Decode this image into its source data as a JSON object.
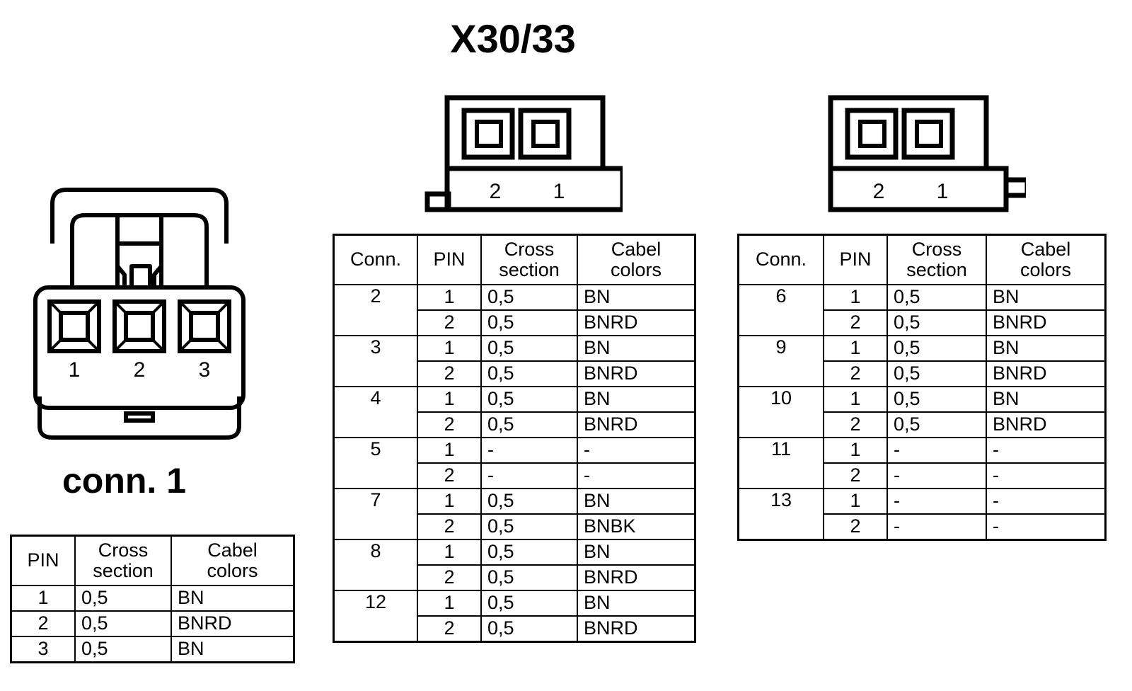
{
  "title": "X30/33",
  "left_connector": {
    "caption": "conn. 1",
    "pin_labels": [
      "1",
      "2",
      "3"
    ],
    "table": {
      "headers": [
        "PIN",
        "Cross section",
        "Cabel colors"
      ],
      "header_lines": [
        [
          "PIN",
          ""
        ],
        [
          "Cross",
          "section"
        ],
        [
          "Cabel",
          "colors"
        ]
      ],
      "rows": [
        {
          "pin": "1",
          "cross_section": "0,5",
          "cabel_colors": "BN"
        },
        {
          "pin": "2",
          "cross_section": "0,5",
          "cabel_colors": "BNRD"
        },
        {
          "pin": "3",
          "cross_section": "0,5",
          "cabel_colors": "BN"
        }
      ]
    }
  },
  "middle_connector": {
    "pin_labels": [
      "2",
      "1"
    ],
    "tab_side": "left",
    "table": {
      "headers": [
        "Conn.",
        "PIN",
        "Cross section",
        "Cabel colors"
      ],
      "header_lines": [
        [
          "Conn.",
          ""
        ],
        [
          "PIN",
          ""
        ],
        [
          "Cross",
          "section"
        ],
        [
          "Cabel",
          "colors"
        ]
      ],
      "groups": [
        {
          "conn": "2",
          "rows": [
            {
              "pin": "1",
              "cross_section": "0,5",
              "cabel_colors": "BN"
            },
            {
              "pin": "2",
              "cross_section": "0,5",
              "cabel_colors": "BNRD"
            }
          ]
        },
        {
          "conn": "3",
          "rows": [
            {
              "pin": "1",
              "cross_section": "0,5",
              "cabel_colors": "BN"
            },
            {
              "pin": "2",
              "cross_section": "0,5",
              "cabel_colors": "BNRD"
            }
          ]
        },
        {
          "conn": "4",
          "rows": [
            {
              "pin": "1",
              "cross_section": "0,5",
              "cabel_colors": "BN"
            },
            {
              "pin": "2",
              "cross_section": "0,5",
              "cabel_colors": "BNRD"
            }
          ]
        },
        {
          "conn": "5",
          "rows": [
            {
              "pin": "1",
              "cross_section": "-",
              "cabel_colors": "-"
            },
            {
              "pin": "2",
              "cross_section": "-",
              "cabel_colors": "-"
            }
          ]
        },
        {
          "conn": "7",
          "rows": [
            {
              "pin": "1",
              "cross_section": "0,5",
              "cabel_colors": "BN"
            },
            {
              "pin": "2",
              "cross_section": "0,5",
              "cabel_colors": "BNBK"
            }
          ]
        },
        {
          "conn": "8",
          "rows": [
            {
              "pin": "1",
              "cross_section": "0,5",
              "cabel_colors": "BN"
            },
            {
              "pin": "2",
              "cross_section": "0,5",
              "cabel_colors": "BNRD"
            }
          ]
        },
        {
          "conn": "12",
          "rows": [
            {
              "pin": "1",
              "cross_section": "0,5",
              "cabel_colors": "BN"
            },
            {
              "pin": "2",
              "cross_section": "0,5",
              "cabel_colors": "BNRD"
            }
          ]
        }
      ]
    }
  },
  "right_connector": {
    "pin_labels": [
      "2",
      "1"
    ],
    "tab_side": "right",
    "table": {
      "headers": [
        "Conn.",
        "PIN",
        "Cross section",
        "Cabel colors"
      ],
      "header_lines": [
        [
          "Conn.",
          ""
        ],
        [
          "PIN",
          ""
        ],
        [
          "Cross",
          "section"
        ],
        [
          "Cabel",
          "colors"
        ]
      ],
      "groups": [
        {
          "conn": "6",
          "rows": [
            {
              "pin": "1",
              "cross_section": "0,5",
              "cabel_colors": "BN"
            },
            {
              "pin": "2",
              "cross_section": "0,5",
              "cabel_colors": "BNRD"
            }
          ]
        },
        {
          "conn": "9",
          "rows": [
            {
              "pin": "1",
              "cross_section": "0,5",
              "cabel_colors": "BN"
            },
            {
              "pin": "2",
              "cross_section": "0,5",
              "cabel_colors": "BNRD"
            }
          ]
        },
        {
          "conn": "10",
          "rows": [
            {
              "pin": "1",
              "cross_section": "0,5",
              "cabel_colors": "BN"
            },
            {
              "pin": "2",
              "cross_section": "0,5",
              "cabel_colors": "BNRD"
            }
          ]
        },
        {
          "conn": "11",
          "rows": [
            {
              "pin": "1",
              "cross_section": "-",
              "cabel_colors": "-"
            },
            {
              "pin": "2",
              "cross_section": "-",
              "cabel_colors": "-"
            }
          ]
        },
        {
          "conn": "13",
          "rows": [
            {
              "pin": "1",
              "cross_section": "-",
              "cabel_colors": "-"
            },
            {
              "pin": "2",
              "cross_section": "-",
              "cabel_colors": "-"
            }
          ]
        }
      ]
    }
  },
  "colors": {
    "line": "#000000",
    "background": "#ffffff"
  }
}
